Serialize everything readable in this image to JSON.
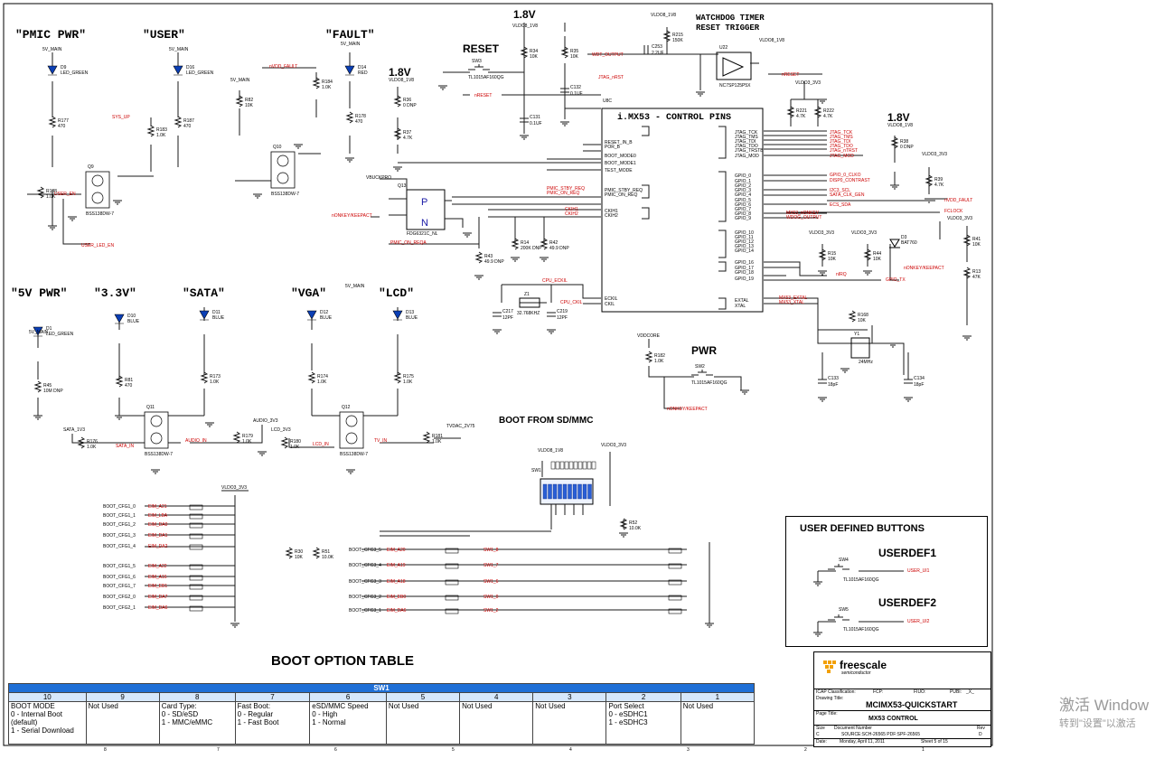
{
  "sections": {
    "pmic_pwr": "\"PMIC PWR\"",
    "user": "\"USER\"",
    "fault": "\"FAULT\"",
    "five_v_pwr": "\"5V PWR\"",
    "three_v3": "\"3.3V\"",
    "sata": "\"SATA\"",
    "vga": "\"VGA\"",
    "lcd": "\"LCD\"",
    "reset": "RESET",
    "v18_a": "1.8V",
    "v18_b": "1.8V",
    "v18_c": "1.8V",
    "watchdog_1": "WATCHDOG TIMER",
    "watchdog_2": "RESET TRIGGER",
    "pwr": "PWR",
    "boot_from_sd": "BOOT FROM SD/MMC",
    "boot_option_table": "BOOT OPTION TABLE",
    "user_defined_buttons": "USER DEFINED BUTTONS",
    "userdef1": "USERDEF1",
    "userdef2": "USERDEF2"
  },
  "ic": {
    "title": "i.MX53 - CONTROL PINS",
    "ref": "U8C",
    "left_pins": [
      "RESET_IN_B",
      "POR_B",
      "BOOT_MODE0",
      "BOOT_MODE1",
      "TEST_MODE",
      "PMIC_STBY_REQ",
      "PMIC_ON_REQ",
      "CKIH1",
      "CKIH2",
      "ECKIL",
      "CKIL"
    ],
    "right_pins": [
      "JTAG_TCK",
      "JTAG_TMS",
      "JTAG_TDI",
      "JTAG_TDO",
      "JTAG_TRSTB",
      "JTAG_MOD",
      "GPIO_0",
      "GPIO_1",
      "GPIO_2",
      "GPIO_3",
      "GPIO_4",
      "GPIO_5",
      "GPIO_6",
      "GPIO_7",
      "GPIO_8",
      "GPIO_9",
      "GPIO_10",
      "GPIO_11",
      "GPIO_12",
      "GPIO_13",
      "GPIO_14",
      "GPIO_16",
      "GPIO_17",
      "GPIO_18",
      "GPIO_19",
      "EXTAL",
      "XTAL"
    ]
  },
  "nets": {
    "jtag": [
      "JTAG_TCK",
      "JTAG_TMS",
      "JTAG_TDI",
      "JTAG_TDO",
      "JTAG_nTRST",
      "JTAG_MOD"
    ],
    "gpio": [
      "GPIO_0_CLKO",
      "DISP0_CONTRAST",
      "I2C3_SCL",
      "SATA_CLK_GEN",
      "ECS_SDA",
      "MX53_nONKEY",
      "WDOG_OUTPUT"
    ],
    "misc": [
      "nVDD_FAULT",
      "FCLOCK",
      "nONKEY/KEEPACT",
      "nIRQ",
      "GPIO_TX",
      "nRESET",
      "WDT_OUTPUT",
      "JTAG_nRST",
      "nRESET",
      "PMIC_STBY_REQ",
      "PMIC_ON_REQ",
      "CKIH1",
      "CKIH2",
      "CPU_ECKIL",
      "CPU_CKIL",
      "MX53_EXTAL",
      "MX53_XTAL",
      "SYS_UP",
      "USER_EN",
      "nVDD_FAULT",
      "nONKEY/KEEPACT",
      "PMIC_ON_REQA",
      "SATA_IN",
      "AUDIO_IN",
      "LCD_IN",
      "TV_IN",
      "USER_LED_EN",
      "nONKEY/KEEPACT"
    ]
  },
  "components": {
    "leds": [
      {
        "ref": "D9",
        "val": "LED_GREEN"
      },
      {
        "ref": "D16",
        "val": "LED_GREEN"
      },
      {
        "ref": "D14",
        "val": "RED"
      },
      {
        "ref": "D1",
        "val": "LED_GREEN"
      },
      {
        "ref": "D10",
        "val": "BLUE"
      },
      {
        "ref": "D11",
        "val": "BLUE"
      },
      {
        "ref": "D12",
        "val": "BLUE"
      },
      {
        "ref": "D13",
        "val": "BLUE"
      }
    ],
    "resistors": [
      {
        "ref": "R177",
        "val": "470"
      },
      {
        "ref": "R187",
        "val": "470"
      },
      {
        "ref": "R183",
        "val": "1.0K"
      },
      {
        "ref": "R184",
        "val": "1.0K"
      },
      {
        "ref": "R178",
        "val": "470"
      },
      {
        "ref": "R82",
        "val": "10K"
      },
      {
        "ref": "R188",
        "val": "1.0K"
      },
      {
        "ref": "R34",
        "val": "10K"
      },
      {
        "ref": "R35",
        "val": "10K"
      },
      {
        "ref": "R215",
        "val": "150K"
      },
      {
        "ref": "R36",
        "val": "0 DNP"
      },
      {
        "ref": "R37",
        "val": "4.7K"
      },
      {
        "ref": "R221",
        "val": "4.7K"
      },
      {
        "ref": "R222",
        "val": "4.7K"
      },
      {
        "ref": "R38",
        "val": "0 DNP"
      },
      {
        "ref": "R39",
        "val": "4.7K"
      },
      {
        "ref": "R41",
        "val": "10K"
      },
      {
        "ref": "R13",
        "val": "47K"
      },
      {
        "ref": "R14",
        "val": "200K DNP"
      },
      {
        "ref": "R42",
        "val": "49.9 DNP"
      },
      {
        "ref": "R43",
        "val": "49.9 DNP"
      },
      {
        "ref": "R15",
        "val": "10K"
      },
      {
        "ref": "R44",
        "val": "10K"
      },
      {
        "ref": "R168",
        "val": "10K"
      },
      {
        "ref": "R45",
        "val": "10M DNP"
      },
      {
        "ref": "R81",
        "val": "470"
      },
      {
        "ref": "R173",
        "val": "1.0K"
      },
      {
        "ref": "R174",
        "val": "1.0K"
      },
      {
        "ref": "R175",
        "val": "1.0K"
      },
      {
        "ref": "R176",
        "val": "1.0K"
      },
      {
        "ref": "R179",
        "val": "1.0K"
      },
      {
        "ref": "R180",
        "val": "1.0K"
      },
      {
        "ref": "R181",
        "val": "1.0K"
      },
      {
        "ref": "R182",
        "val": "1.0K"
      },
      {
        "ref": "R30",
        "val": "10K"
      },
      {
        "ref": "R51",
        "val": "10.0K"
      },
      {
        "ref": "R52",
        "val": "10.0K"
      },
      {
        "ref": "R48",
        "val": "0 DNP"
      }
    ],
    "caps": [
      {
        "ref": "C253",
        "val": "2.2UF"
      },
      {
        "ref": "C132",
        "val": "0.1UF"
      },
      {
        "ref": "C131",
        "val": "0.1UF"
      },
      {
        "ref": "C217",
        "val": "12PF"
      },
      {
        "ref": "C219",
        "val": "12PF"
      },
      {
        "ref": "C133",
        "val": "18pF"
      },
      {
        "ref": "C134",
        "val": "18pF"
      }
    ],
    "switches": [
      {
        "ref": "SW3",
        "val": "TL1015AF160QG"
      },
      {
        "ref": "SW2",
        "val": "TL1015AF160QG"
      },
      {
        "ref": "SW4",
        "val": "TL1015AF160QG"
      },
      {
        "ref": "SW5",
        "val": "TL1015AF160QG"
      },
      {
        "ref": "SW1",
        "val": ""
      }
    ],
    "ics": [
      {
        "ref": "U22",
        "val": "NC7SP125P5X"
      },
      {
        "ref": "Q13",
        "val": "FDG6321C_NL"
      },
      {
        "ref": "Q9",
        "val": "BSS138DW-7"
      },
      {
        "ref": "Q10",
        "val": "BSS138DW-7"
      },
      {
        "ref": "Q11",
        "val": "BSS138DW-7"
      },
      {
        "ref": "Q12",
        "val": "BSS138DW-7"
      },
      {
        "ref": "Z1",
        "val": "32.768KHZ"
      },
      {
        "ref": "Y1",
        "val": "24MHz"
      },
      {
        "ref": "D3",
        "val": "BAT760"
      }
    ]
  },
  "rails": {
    "vldo8": "VLDO8_1V8",
    "vldo3": "VLDO3_3V3",
    "sata_1v3": "SATA_1V3",
    "audio_3v3": "AUDIO_3V3",
    "lcd_3v3": "LCD_3V3",
    "tvdac_2v75": "TVDAC_2V75",
    "vddcore": "VDDCORE",
    "vbuckpro": "VBUCKPRO",
    "five_v_main": "5V_MAIN"
  },
  "boot_nets": {
    "left": [
      "BOOT_CFG1_0",
      "BOOT_CFG1_1",
      "BOOT_CFG1_2",
      "BOOT_CFG1_3",
      "BOOT_CFG1_4",
      "BOOT_CFG1_5",
      "BOOT_CFG1_6",
      "BOOT_CFG1_7",
      "BOOT_CFG2_0",
      "BOOT_CFG2_1"
    ],
    "left_eim": [
      "EIM_A21",
      "EIM_LBA",
      "EIM_DA0",
      "EIM_DA1",
      "EIM_DA2",
      "EIM_A22",
      "EIM_A16",
      "EIM_EB1",
      "EIM_DA7",
      "EIM_DA6"
    ],
    "mid": [
      "BOOT_CFG3_5",
      "BOOT_CFG3_4",
      "BOOT_CFG3_3",
      "BOOT_CFG3_2",
      "BOOT_CFG3_1"
    ],
    "mid_eim": [
      "EIM_A20",
      "EIM_A19",
      "EIM_A18",
      "EIM_EB0",
      "EIM_DA6"
    ],
    "sw_nets": [
      "SW1_8",
      "SW1_7",
      "SW1_6",
      "SW1_0",
      "SW1_2"
    ]
  },
  "boot_table": {
    "header": "SW1",
    "numbers": [
      "10",
      "9",
      "8",
      "7",
      "6",
      "5",
      "4",
      "3",
      "2",
      "1"
    ],
    "cells": [
      [
        "BOOT MODE",
        "0 - Internal Boot",
        "(default)",
        "1 - Serial Download"
      ],
      [
        "Not Used"
      ],
      [
        "Card Type:",
        "0 - SD/eSD",
        "1 - MMC/eMMC"
      ],
      [
        "Fast Boot:",
        "0 - Regular",
        "1 - Fast Boot"
      ],
      [
        "eSD/MMC Speed",
        "0 - High",
        "1 - Normal"
      ],
      [
        "Not Used"
      ],
      [
        "Not Used"
      ],
      [
        "Not Used"
      ],
      [
        "Port Select",
        "0 - eSDHC1",
        "1 - eSDHC3"
      ],
      [
        "Not Used"
      ]
    ]
  },
  "user_buttons": {
    "nets": [
      "USER_UI1",
      "USER_UI2"
    ]
  },
  "title_block": {
    "brand": "freescale",
    "brand_sub": "semiconductor",
    "icap": "ICAP Classification:",
    "fcp": "FCP:",
    "fiuo": "FIUO:",
    "pubi": "PUBI:",
    "pubi_val": "_X_",
    "drawing_title_lbl": "Drawing Title:",
    "drawing_title": "MCIMX53-QUICKSTART",
    "page_title_lbl": "Page Title:",
    "page_title": "MX53 CONTROL",
    "size_lbl": "Size",
    "size": "C",
    "docnum_lbl": "Document Number",
    "docnum": "SOURCE:SCH-26565  PDF:SPF-26565",
    "rev_lbl": "Rev",
    "rev": "D",
    "date_lbl": "Date:",
    "date": "Monday, April 11, 2011",
    "sheet": "Sheet   5   of   15"
  },
  "border_numbers": [
    "8",
    "7",
    "6",
    "5",
    "4",
    "3",
    "2",
    "1"
  ],
  "watermark": {
    "line1": "激活 Window",
    "line2": "转到\"设置\"以激活"
  }
}
